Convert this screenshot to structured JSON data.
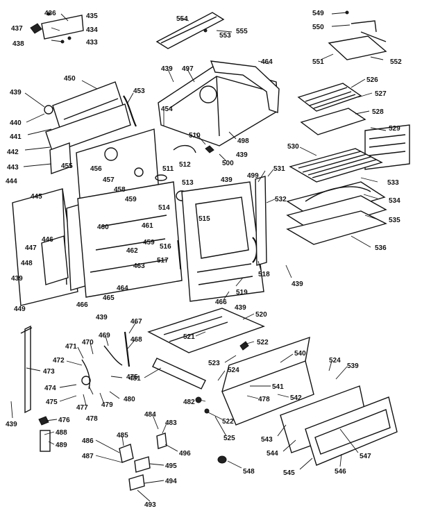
{
  "diagram": {
    "labels": [
      {
        "id": "l435",
        "text": "435"
      },
      {
        "id": "l436",
        "text": "436"
      },
      {
        "id": "l437",
        "text": "437"
      },
      {
        "id": "l438",
        "text": "438"
      },
      {
        "id": "l434",
        "text": "434"
      },
      {
        "id": "l433",
        "text": "433"
      },
      {
        "id": "l554",
        "text": "554"
      },
      {
        "id": "l555",
        "text": "555"
      },
      {
        "id": "l553",
        "text": "553"
      },
      {
        "id": "l549",
        "text": "549"
      },
      {
        "id": "l550",
        "text": "550"
      },
      {
        "id": "l551",
        "text": "551"
      },
      {
        "id": "l552",
        "text": "552"
      },
      {
        "id": "l450",
        "text": "450"
      },
      {
        "id": "l439a",
        "text": "439"
      },
      {
        "id": "l440",
        "text": "440"
      },
      {
        "id": "l441",
        "text": "441"
      },
      {
        "id": "l442",
        "text": "442"
      },
      {
        "id": "l443",
        "text": "443"
      },
      {
        "id": "l444",
        "text": "444"
      },
      {
        "id": "l445",
        "text": "445"
      },
      {
        "id": "l453",
        "text": "453"
      },
      {
        "id": "l454",
        "text": "454"
      },
      {
        "id": "l455",
        "text": "455"
      },
      {
        "id": "l456",
        "text": "456"
      },
      {
        "id": "l457",
        "text": "457"
      },
      {
        "id": "l458",
        "text": "458"
      },
      {
        "id": "l459a",
        "text": "459"
      },
      {
        "id": "l459b",
        "text": "459"
      },
      {
        "id": "l460",
        "text": "460"
      },
      {
        "id": "l461",
        "text": "461"
      },
      {
        "id": "l462",
        "text": "462"
      },
      {
        "id": "l463",
        "text": "463"
      },
      {
        "id": "l464",
        "text": "464"
      },
      {
        "id": "l465",
        "text": "465"
      },
      {
        "id": "l466a",
        "text": "466"
      },
      {
        "id": "l446",
        "text": "446"
      },
      {
        "id": "l447",
        "text": "447"
      },
      {
        "id": "l448",
        "text": "448"
      },
      {
        "id": "l439b",
        "text": "439"
      },
      {
        "id": "l449",
        "text": "449"
      },
      {
        "id": "l439c",
        "text": "439"
      },
      {
        "id": "l439d",
        "text": "439"
      },
      {
        "id": "l497",
        "text": "497"
      },
      {
        "id": "l464b",
        "text": "464"
      },
      {
        "id": "l510",
        "text": "510"
      },
      {
        "id": "l498",
        "text": "498"
      },
      {
        "id": "l439e",
        "text": "439"
      },
      {
        "id": "l500",
        "text": "500"
      },
      {
        "id": "l511",
        "text": "511"
      },
      {
        "id": "l512",
        "text": "512"
      },
      {
        "id": "l513",
        "text": "513"
      },
      {
        "id": "l514",
        "text": "514"
      },
      {
        "id": "l515",
        "text": "515"
      },
      {
        "id": "l439f",
        "text": "439"
      },
      {
        "id": "l516",
        "text": "516"
      },
      {
        "id": "l517",
        "text": "517"
      },
      {
        "id": "l499",
        "text": "499"
      },
      {
        "id": "l531",
        "text": "531"
      },
      {
        "id": "l532",
        "text": "532"
      },
      {
        "id": "l518",
        "text": "518"
      },
      {
        "id": "l519",
        "text": "519"
      },
      {
        "id": "l466b",
        "text": "466"
      },
      {
        "id": "l439g",
        "text": "439"
      },
      {
        "id": "l439h",
        "text": "439"
      },
      {
        "id": "l526",
        "text": "526"
      },
      {
        "id": "l527",
        "text": "527"
      },
      {
        "id": "l528",
        "text": "528"
      },
      {
        "id": "l529",
        "text": "529"
      },
      {
        "id": "l530",
        "text": "530"
      },
      {
        "id": "l533",
        "text": "533"
      },
      {
        "id": "l534",
        "text": "534"
      },
      {
        "id": "l535",
        "text": "535"
      },
      {
        "id": "l536",
        "text": "536"
      },
      {
        "id": "l520",
        "text": "520"
      },
      {
        "id": "l521",
        "text": "521"
      },
      {
        "id": "l522a",
        "text": "522"
      },
      {
        "id": "l523",
        "text": "523"
      },
      {
        "id": "l524a",
        "text": "524"
      },
      {
        "id": "l467",
        "text": "467"
      },
      {
        "id": "l468",
        "text": "468"
      },
      {
        "id": "l469",
        "text": "469"
      },
      {
        "id": "l470",
        "text": "470"
      },
      {
        "id": "l471",
        "text": "471"
      },
      {
        "id": "l472",
        "text": "472"
      },
      {
        "id": "l473",
        "text": "473"
      },
      {
        "id": "l474",
        "text": "474"
      },
      {
        "id": "l475a",
        "text": "475"
      },
      {
        "id": "l475b",
        "text": "475"
      },
      {
        "id": "l477",
        "text": "477"
      },
      {
        "id": "l478a",
        "text": "478"
      },
      {
        "id": "l479",
        "text": "479"
      },
      {
        "id": "l480",
        "text": "480"
      },
      {
        "id": "l481",
        "text": "481"
      },
      {
        "id": "l482",
        "text": "482"
      },
      {
        "id": "l476",
        "text": "476"
      },
      {
        "id": "l439i",
        "text": "439"
      },
      {
        "id": "l488",
        "text": "488"
      },
      {
        "id": "l489",
        "text": "489"
      },
      {
        "id": "l484",
        "text": "484"
      },
      {
        "id": "l483",
        "text": "483"
      },
      {
        "id": "l485",
        "text": "485"
      },
      {
        "id": "l486",
        "text": "486"
      },
      {
        "id": "l487",
        "text": "487"
      },
      {
        "id": "l496",
        "text": "496"
      },
      {
        "id": "l495",
        "text": "495"
      },
      {
        "id": "l494",
        "text": "494"
      },
      {
        "id": "l493",
        "text": "493"
      },
      {
        "id": "l522b",
        "text": "522"
      },
      {
        "id": "l525",
        "text": "525"
      },
      {
        "id": "l540",
        "text": "540"
      },
      {
        "id": "l541",
        "text": "541"
      },
      {
        "id": "l478b",
        "text": "478"
      },
      {
        "id": "l542",
        "text": "542"
      },
      {
        "id": "l524b",
        "text": "524"
      },
      {
        "id": "l539",
        "text": "539"
      },
      {
        "id": "l543",
        "text": "543"
      },
      {
        "id": "l544",
        "text": "544"
      },
      {
        "id": "l545",
        "text": "545"
      },
      {
        "id": "l546",
        "text": "546"
      },
      {
        "id": "l547",
        "text": "547"
      },
      {
        "id": "l548",
        "text": "548"
      }
    ]
  }
}
